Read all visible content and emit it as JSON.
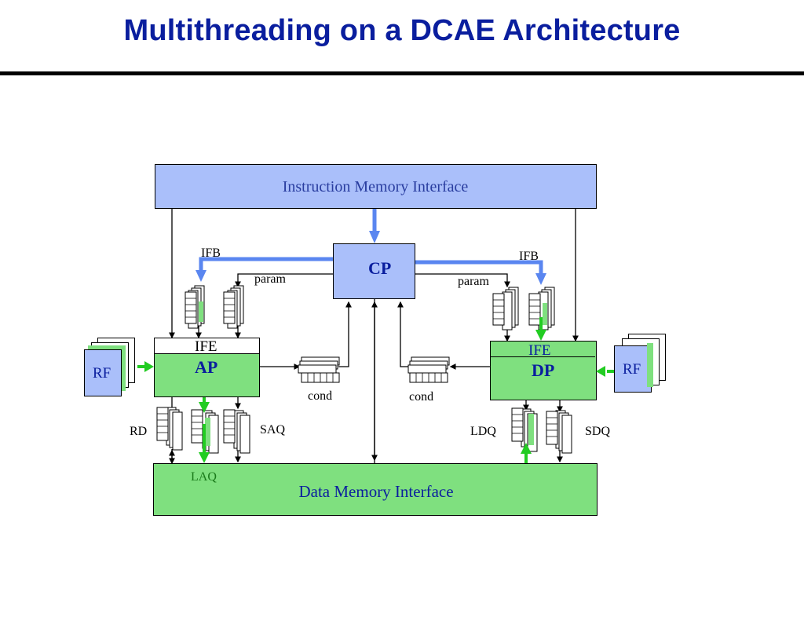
{
  "title": "Multithreading on a DCAE Architecture",
  "blocks": {
    "imem": "Instruction Memory Interface",
    "cp": "CP",
    "ap": "AP",
    "dp": "DP",
    "ap_ife": "IFE",
    "dp_ife": "IFE",
    "dmem": "Data Memory Interface",
    "rf_left": "RF",
    "rf_right": "RF"
  },
  "queues": {
    "ifb_left": "IFB",
    "ifb_right": "IFB",
    "param_left": "param",
    "param_right": "param",
    "cond_left": "cond",
    "cond_right": "cond",
    "rd": "RD",
    "laq": "LAQ",
    "saq": "SAQ",
    "ldq": "LDQ",
    "sdq": "SDQ"
  },
  "colors": {
    "title": "#0a1e9e",
    "block_blue": "#aabffa",
    "block_green": "#7fe07f",
    "arrow_blue": "#5a86f0",
    "arrow_green": "#22cc22"
  }
}
